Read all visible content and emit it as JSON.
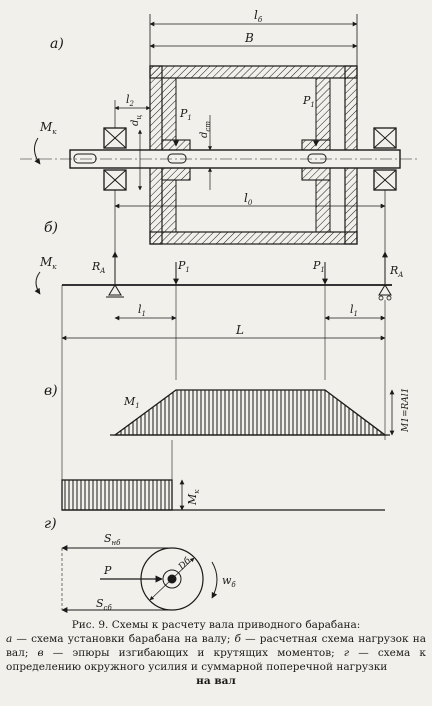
{
  "labels": {
    "a": "а)",
    "b": "б)",
    "v": "в)",
    "g": "г)",
    "l_b": "l",
    "l_b_sub": "б",
    "B": "B",
    "l2": "l",
    "l2_sub": "2",
    "Mk": "M",
    "Mk_sub": "к",
    "d_ts": "d",
    "d_ts_sub": "ц",
    "P1": "P",
    "P1_sub": "1",
    "d_st": "d",
    "d_st_sub": "ст",
    "l0": "l",
    "l0_sub": "0",
    "RA": "R",
    "RA_sub": "A",
    "l1": "l",
    "l1_sub": "1",
    "L": "L",
    "M1": "M",
    "M1_sub": "1",
    "moment_eq": "M1=RAl1",
    "Mk2": "M",
    "Mk2_sub": "к",
    "S_nb": "S",
    "S_nb_sub": "нб",
    "P": "P",
    "S_sb": "S",
    "S_sb_sub": "сб",
    "D_b": "Dб",
    "w_b": "w",
    "w_b_sub": "б"
  },
  "caption": {
    "title": "Рис. 9. Схемы к расчету вала приводного барабана:",
    "a_letter": "а",
    "a_text": " — схема установки барабана на валу; ",
    "b_letter": "б",
    "b_text": " — расчетная схема нагрузок на вал; ",
    "v_letter": "в",
    "v_text": " — эпюры изгибающих и крутящих моментов; ",
    "g_letter": "г",
    "g_text": " — схема к определению окружного усилия и суммарной поперечной нагрузки",
    "last": "на вал"
  }
}
